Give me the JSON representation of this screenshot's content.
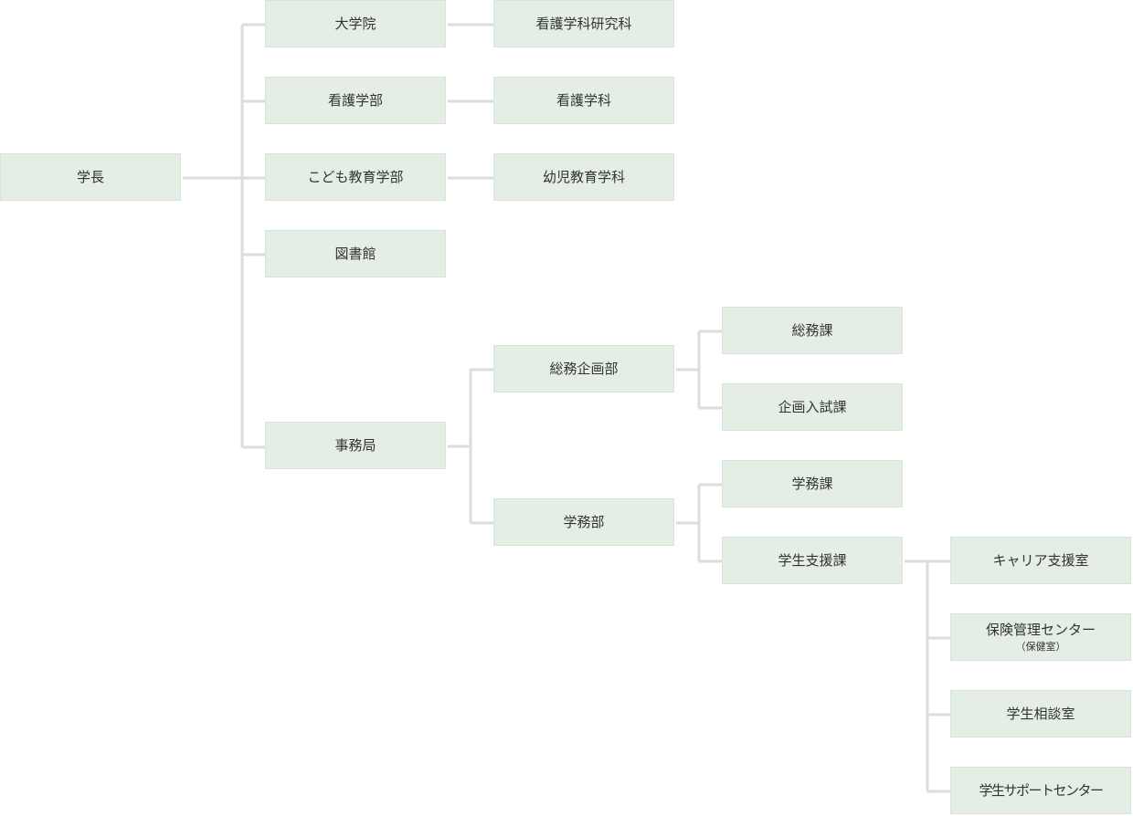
{
  "org_chart": {
    "president": "学長",
    "graduate_school": "大学院",
    "graduate_nursing": "看護学科研究科",
    "faculty_nursing": "看護学部",
    "dept_nursing": "看護学科",
    "faculty_child_education": "こども教育学部",
    "dept_early_childhood": "幼児教育学科",
    "library": "図書館",
    "secretariat": "事務局",
    "general_planning_dept": "総務企画部",
    "general_affairs_section": "総務課",
    "planning_admissions_section": "企画入試課",
    "academic_affairs_dept": "学務部",
    "academic_affairs_section": "学務課",
    "student_support_section": "学生支援課",
    "career_support_office": "キャリア支援室",
    "health_center": "保険管理センター",
    "health_center_note": "（保健室）",
    "counseling_office": "学生相談室",
    "student_support_center": "学生サポートセンター"
  }
}
